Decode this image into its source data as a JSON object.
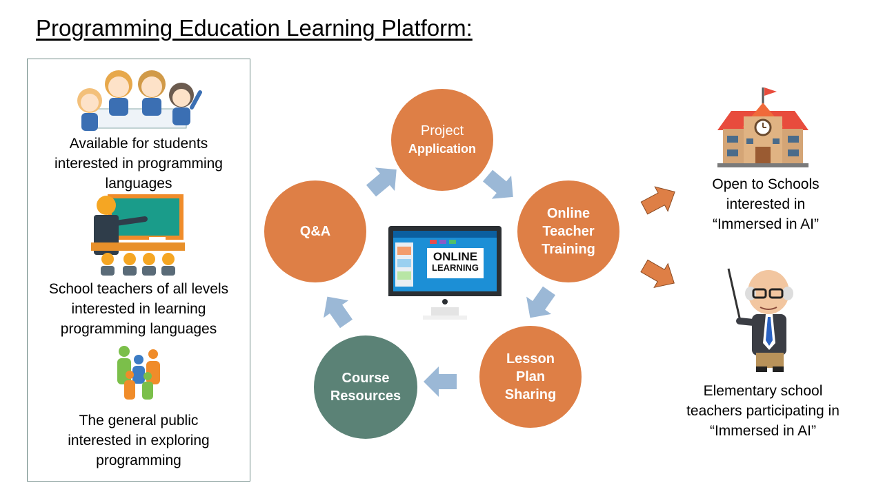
{
  "title": "Programming Education Learning Platform:",
  "audience": [
    {
      "lines": [
        "Available for students",
        "interested in programming",
        "languages"
      ],
      "icon": "students-icon"
    },
    {
      "lines": [
        "School teachers of all levels",
        "interested in learning",
        "programming languages"
      ],
      "icon": "teacher-classroom-icon"
    },
    {
      "lines": [
        "The general public",
        "interested in exploring",
        "programming"
      ],
      "icon": "people-group-icon"
    }
  ],
  "cycle": {
    "project": {
      "line1": "Project",
      "line2": "Application"
    },
    "training": {
      "line1": "Online",
      "line2": "Teacher",
      "line3": "Training"
    },
    "lesson": {
      "line1": "Lesson",
      "line2": "Plan",
      "line3": "Sharing"
    },
    "resources": {
      "line1": "Course",
      "line2": "Resources"
    },
    "qa": {
      "line1": "Q&A"
    }
  },
  "monitor": {
    "line1": "ONLINE",
    "line2": "LEARNING"
  },
  "outcomes": {
    "schools": [
      "Open to Schools",
      "interested in",
      "“Immersed in AI”"
    ],
    "teachers": [
      "Elementary school",
      "teachers participating in",
      "“Immersed in AI”"
    ]
  },
  "colors": {
    "orange": "#de7f46",
    "teal": "#5b8276",
    "arrow_blue": "#9bb8d6",
    "arrow_orange": "#de7f46"
  }
}
